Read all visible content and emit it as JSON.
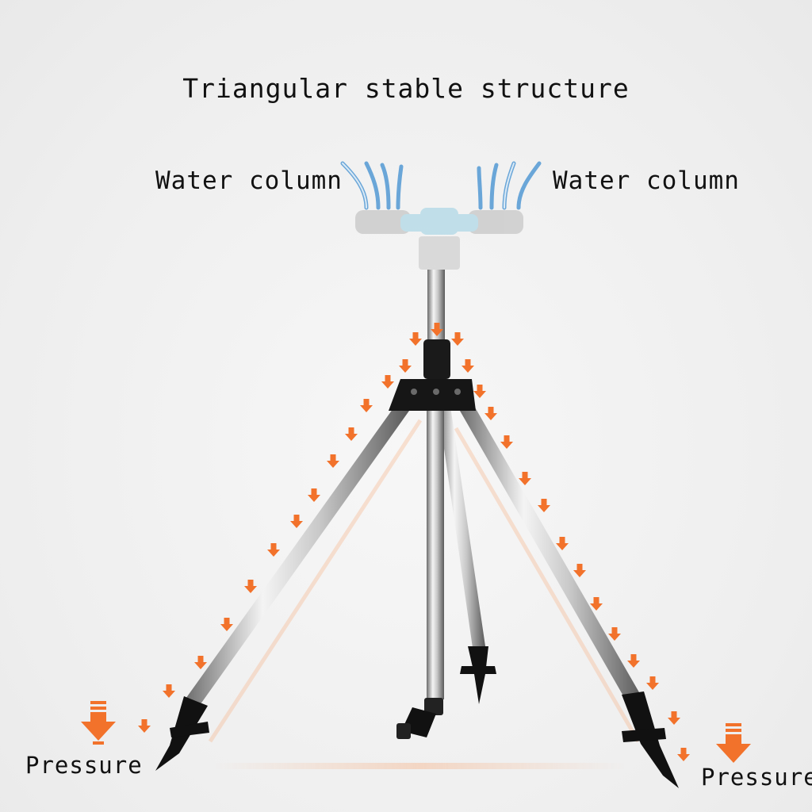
{
  "labels": {
    "title": "Triangular stable structure",
    "water_column_left": "Water column",
    "water_column_right": "Water column",
    "pressure_left": "Pressure",
    "pressure_right": "Pressure"
  },
  "colors": {
    "arrow": "#f2722b",
    "water": "#6aa6d8",
    "sprinkler_head": "#9fd2e4",
    "leg_metal": "#c9c9c9",
    "leg_tip": "#111111"
  },
  "icons": [
    "down-arrow-icon",
    "pressure-arrow-icon",
    "water-spray-icon"
  ]
}
